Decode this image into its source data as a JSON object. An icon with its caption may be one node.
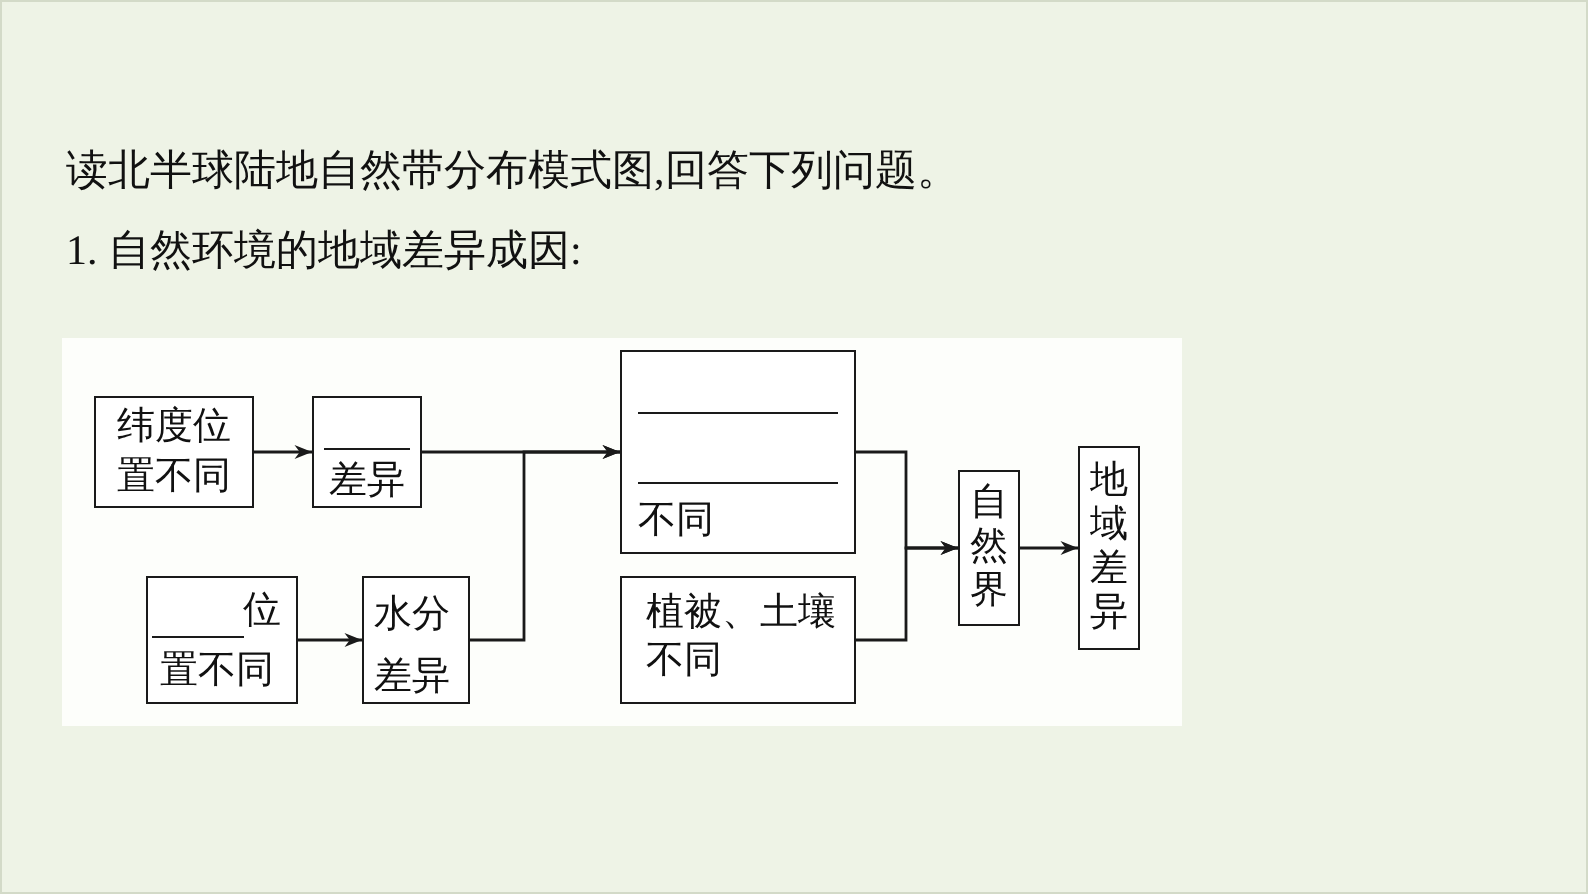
{
  "diagram": {
    "nodes": [
      {
        "text": [
          "纬度位置不同"
        ]
      },
      {
        "text": [
          "差异"
        ]
      },
      {
        "text": [
          "位",
          "置不同"
        ]
      },
      {
        "text": [
          "水分差异"
        ]
      },
      {
        "text": [
          "不同"
        ]
      },
      {
        "text": [
          "植被、土壤不同"
        ]
      },
      {
        "text": [
          "自然界"
        ]
      },
      {
        "text": [
          "地域差异"
        ]
      }
    ],
    "edges": [
      {
        "from": 0,
        "to": 1,
        "arrow": "to"
      },
      {
        "from": 1,
        "to": 4,
        "arrow": "to"
      },
      {
        "from": 2,
        "to": 3,
        "arrow": "to"
      },
      {
        "from": 3,
        "to": 4,
        "arrow": "to"
      },
      {
        "from": 4,
        "to": 6,
        "arrow": "to"
      },
      {
        "from": 5,
        "to": 6,
        "arrow": "to"
      },
      {
        "from": 6,
        "to": 7,
        "arrow": "to"
      }
    ],
    "labels": [
      "读北半球陆地自然带分布模式图,回答下列问题。",
      "1. 自然环境的地域差异成因:"
    ]
  }
}
